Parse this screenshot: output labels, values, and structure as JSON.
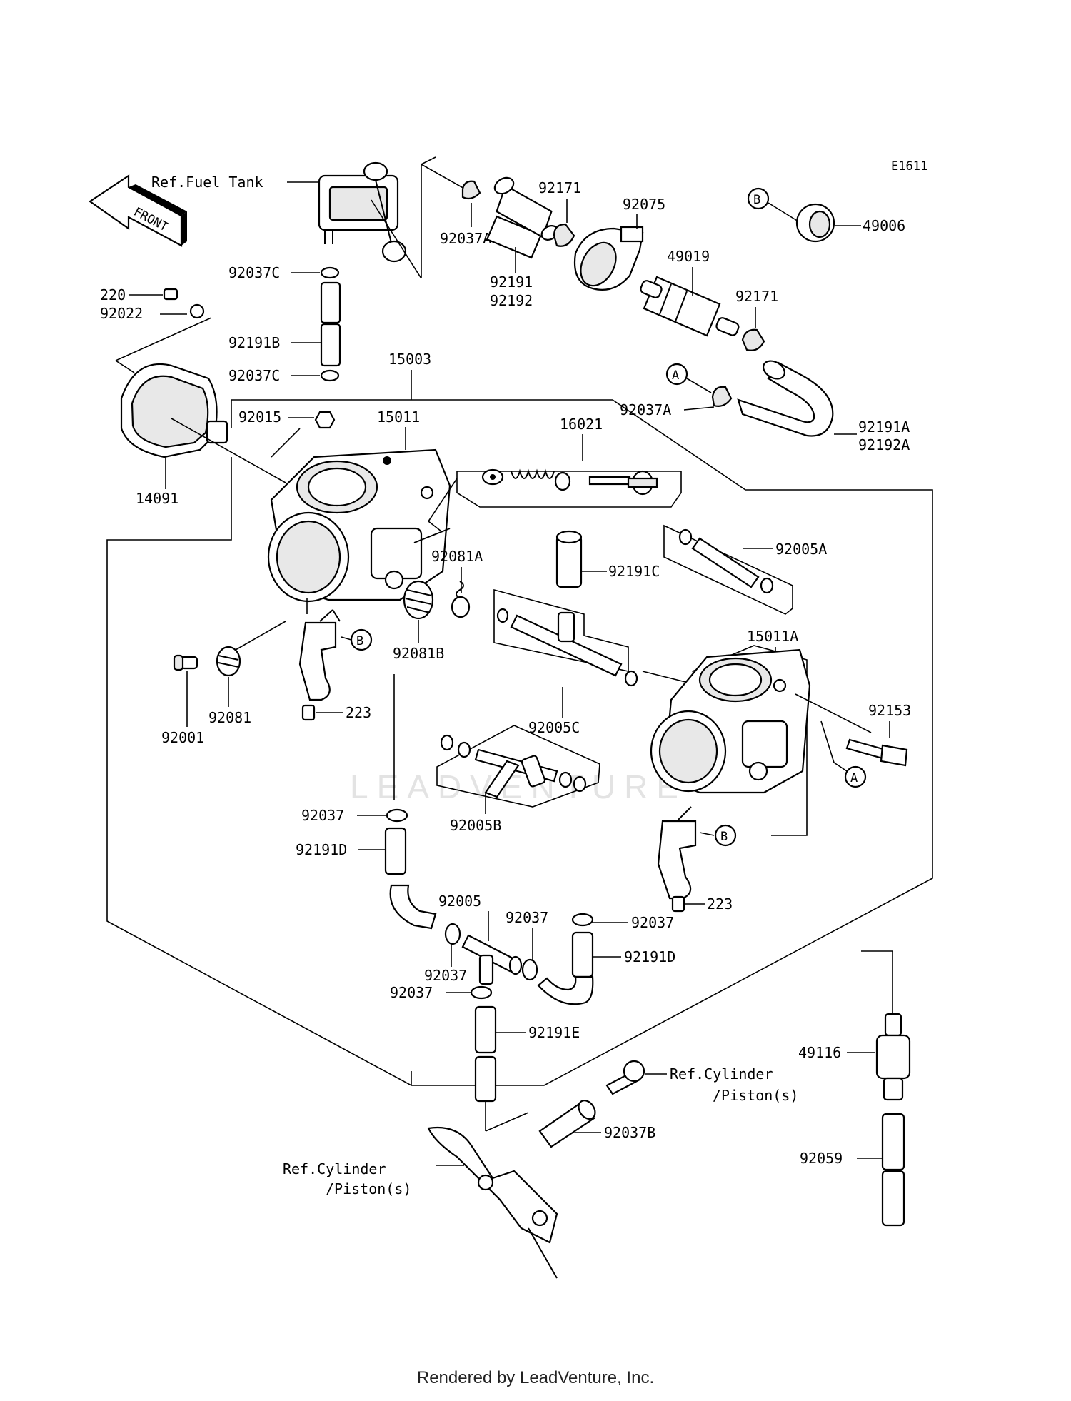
{
  "diagram_code": "E1611",
  "front_label": "FRONT",
  "watermark": "LEADVENTURE",
  "footer_text": "Rendered by LeadVenture, Inc.",
  "refs": {
    "fuel_tank": "Ref.Fuel Tank",
    "cylinder_right_1": "Ref.Cylinder",
    "cylinder_right_2": "/Piston(s)",
    "cylinder_left_1": "Ref.Cylinder",
    "cylinder_left_2": "/Piston(s)"
  },
  "markers": {
    "a": "A",
    "b": "B"
  },
  "parts": {
    "p92037C_1": "92037C",
    "p220": "220",
    "p92022": "92022",
    "p92191B": "92191B",
    "p92037C_2": "92037C",
    "p92037A_1": "92037A",
    "p92191": "92191",
    "p92192": "92192",
    "p92171_1": "92171",
    "p92075": "92075",
    "p49006": "49006",
    "p49019": "49019",
    "p92171_2": "92171",
    "p92037A_2": "92037A",
    "p92191A": "92191A",
    "p92192A": "92192A",
    "p15003": "15003",
    "p15011": "15011",
    "p92015": "92015",
    "p16021": "16021",
    "p14091": "14091",
    "p92005A": "92005A",
    "p92081A": "92081A",
    "p92191C": "92191C",
    "p92081B": "92081B",
    "p15011A": "15011A",
    "p92081": "92081",
    "p92001": "92001",
    "p223_1": "223",
    "p92005C": "92005C",
    "p92153": "92153",
    "p92037_1": "92037",
    "p92005B": "92005B",
    "p92191D_1": "92191D",
    "p223_2": "223",
    "p92005": "92005",
    "p92037_2": "92037",
    "p92037_3": "92037",
    "p92037_4": "92037",
    "p92191D_2": "92191D",
    "p92037_5": "92037",
    "p92191E": "92191E",
    "p49116": "49116",
    "p92037B": "92037B",
    "p92059": "92059"
  }
}
